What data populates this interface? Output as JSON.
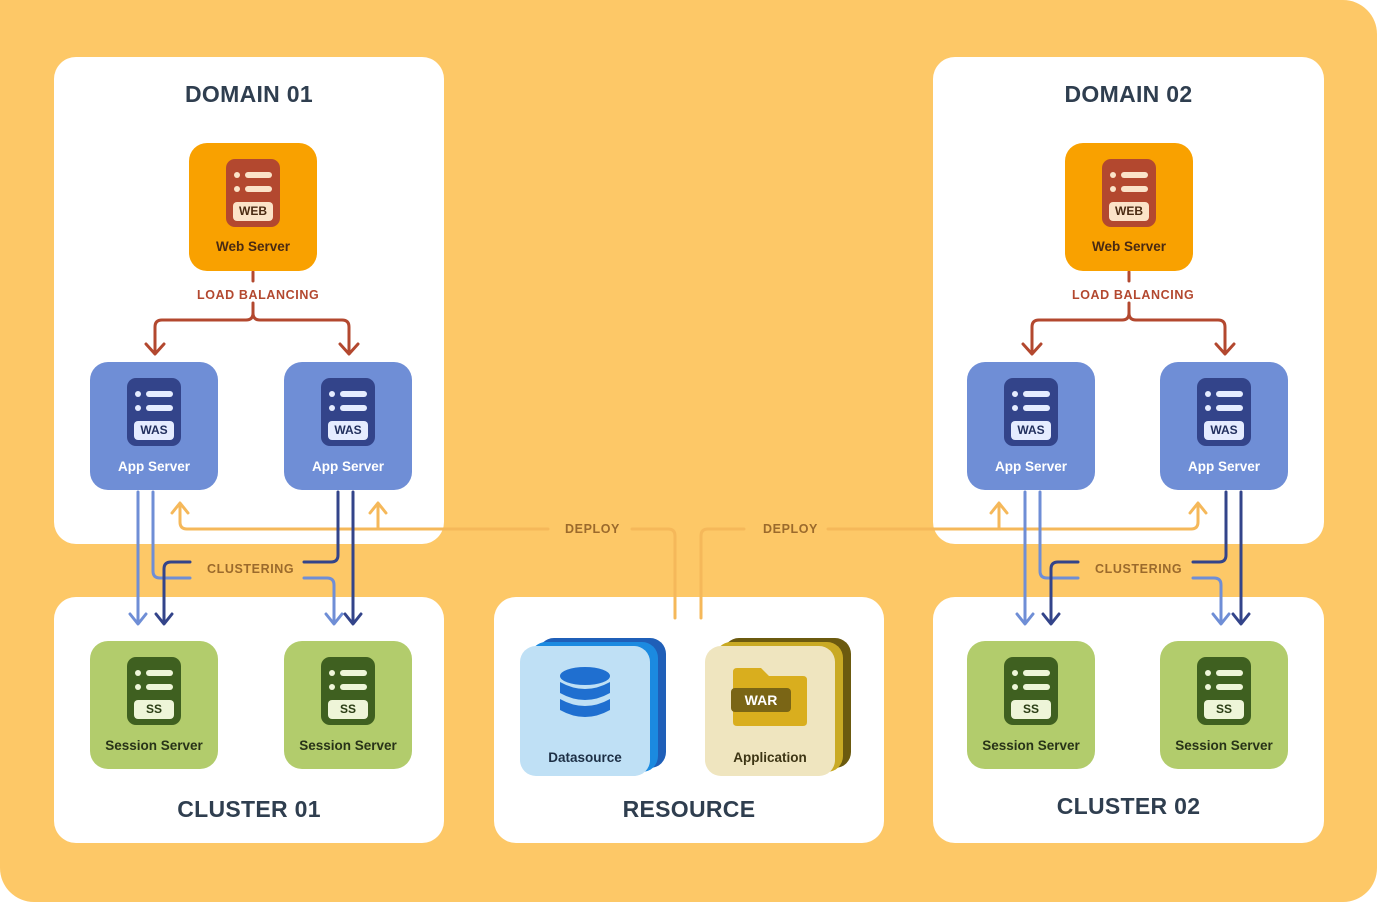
{
  "panels": {
    "domain01": {
      "title": "DOMAIN 01"
    },
    "domain02": {
      "title": "DOMAIN 02"
    },
    "cluster01": {
      "title": "CLUSTER 01"
    },
    "cluster02": {
      "title": "CLUSTER 02"
    },
    "resource": {
      "title": "RESOURCE"
    }
  },
  "nodes": {
    "web_server": {
      "label": "Web Server",
      "tag": "WEB"
    },
    "app_server": {
      "label": "App Server",
      "tag": "WAS"
    },
    "session_server": {
      "label": "Session Server",
      "tag": "SS"
    }
  },
  "resources": {
    "datasource": {
      "label": "Datasource"
    },
    "application": {
      "label": "Application",
      "tag": "WAR"
    }
  },
  "edges": {
    "load_balancing": "LOAD BALANCING",
    "clustering": "CLUSTERING",
    "deploy": "DEPLOY"
  },
  "icons": {
    "server": "server-icon",
    "database": "database-icon",
    "folder": "folder-icon"
  },
  "colors": {
    "background": "#fdc867",
    "panel": "#ffffff",
    "web_server": "#f9a100",
    "app_server": "#6f8ed6",
    "session_server": "#b2cc6c",
    "load_balancing_line": "#b3482f",
    "clustering_line_light": "#6f8ed6",
    "clustering_line_dark": "#33448a",
    "deploy_line": "#f5b85a",
    "datasource": "#bfe0f5",
    "application": "#efe5bf"
  }
}
